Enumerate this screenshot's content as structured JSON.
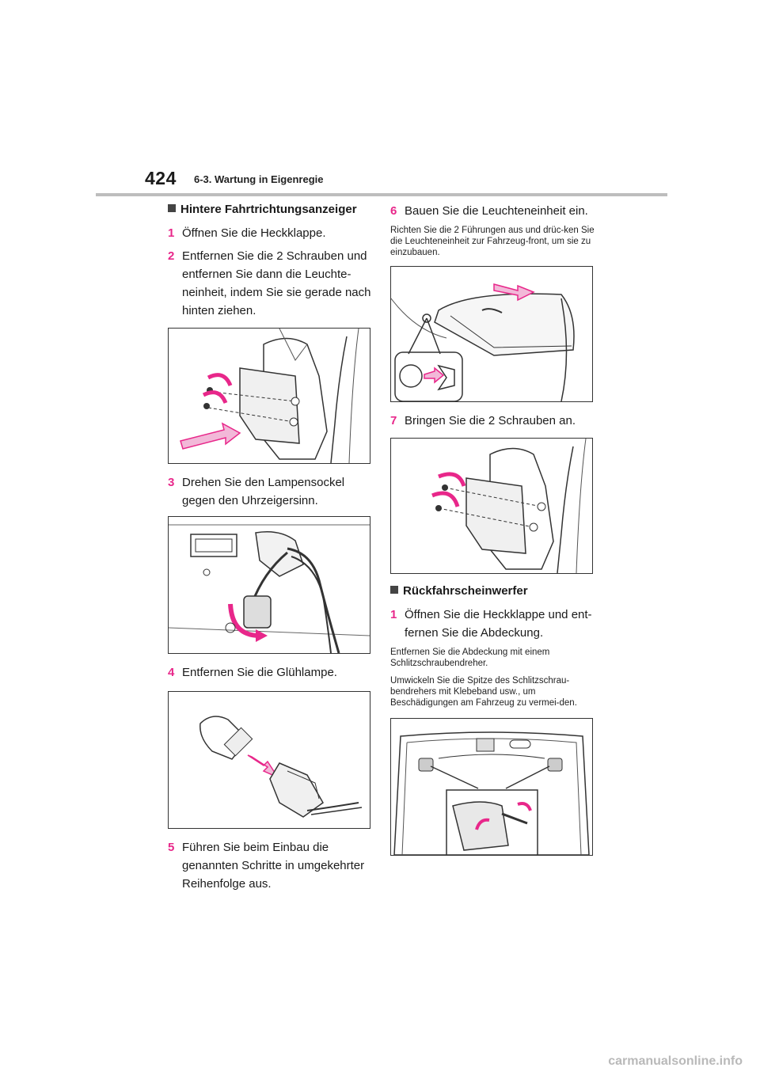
{
  "header": {
    "page_number": "424",
    "section": "6-3. Wartung in Eigenregie"
  },
  "left": {
    "heading": "Hintere Fahrtrichtungsanzeiger",
    "steps": [
      {
        "num": "1",
        "text": "Öffnen Sie die Heckklappe."
      },
      {
        "num": "2",
        "text": "Entfernen Sie die 2 Schrauben und entfernen Sie dann die Leuchte-neinheit, indem Sie sie gerade nach hinten ziehen."
      },
      {
        "num": "3",
        "text": "Drehen Sie den Lampensockel gegen den Uhrzeigersinn."
      },
      {
        "num": "4",
        "text": "Entfernen Sie die Glühlampe."
      },
      {
        "num": "5",
        "text": "Führen Sie beim Einbau die genannten Schritte in umgekehrter Reihenfolge aus."
      }
    ]
  },
  "right": {
    "steps_top": [
      {
        "num": "6",
        "text": "Bauen Sie die Leuchteneinheit ein."
      },
      {
        "num": "7",
        "text": "Bringen Sie die 2 Schrauben an."
      }
    ],
    "note_6": "Richten Sie die 2 Führungen aus und drüc-ken Sie die Leuchteneinheit zur Fahrzeug-front, um sie zu einzubauen.",
    "heading": "Rückfahrscheinwerfer",
    "step_1": {
      "num": "1",
      "text": "Öffnen Sie die Heckklappe und ent-fernen Sie die Abdeckung."
    },
    "note_1a": "Entfernen Sie die Abdeckung mit einem Schlitzschraubendreher.",
    "note_1b": "Umwickeln Sie die Spitze des Schlitzschrau-bendrehers mit Klebeband usw., um Beschädigungen am Fahrzeug zu vermei-den."
  },
  "footer": {
    "watermark": "carmanualsonline.info"
  },
  "colors": {
    "accent": "#e8278a",
    "arrow_fill": "#f2b8d8",
    "rule": "#bdbdbd"
  }
}
